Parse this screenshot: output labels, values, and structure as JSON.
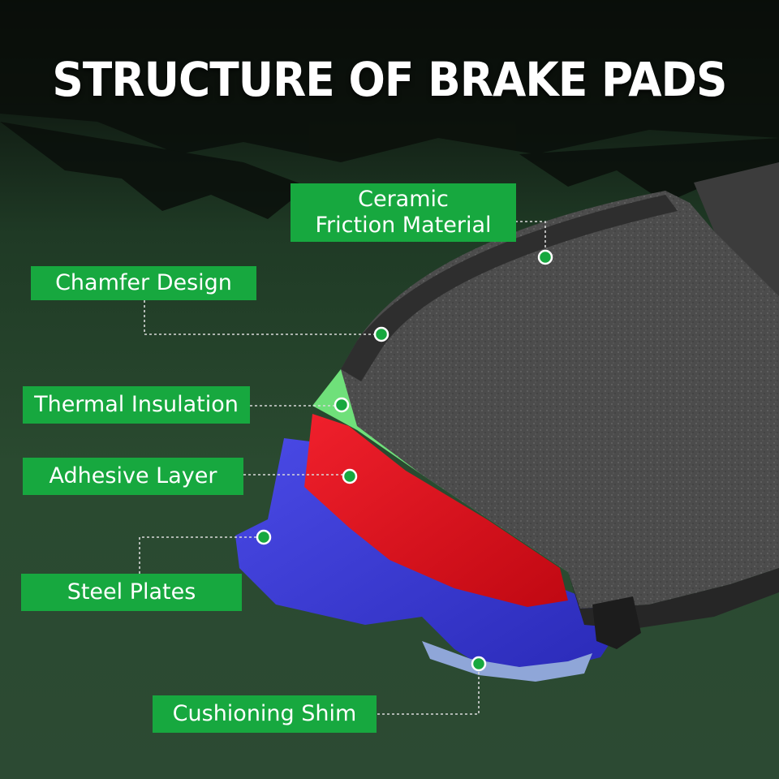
{
  "title": "STRUCTURE OF BRAKE PADS",
  "labels": {
    "ceramic_line1": "Ceramic",
    "ceramic_line2": "Friction Material",
    "chamfer": "Chamfer Design",
    "thermal": "Thermal Insulation",
    "adhesive": "Adhesive Layer",
    "steel": "Steel Plates",
    "shim": "Cushioning Shim"
  },
  "colors": {
    "label_bg": "#17a83f",
    "friction": "#4a4a4a",
    "thermal_layer": "#6fe07a",
    "adhesive_layer": "#e0101e",
    "steel_layer": "#3a3ad6",
    "marker": "#17a83f"
  }
}
